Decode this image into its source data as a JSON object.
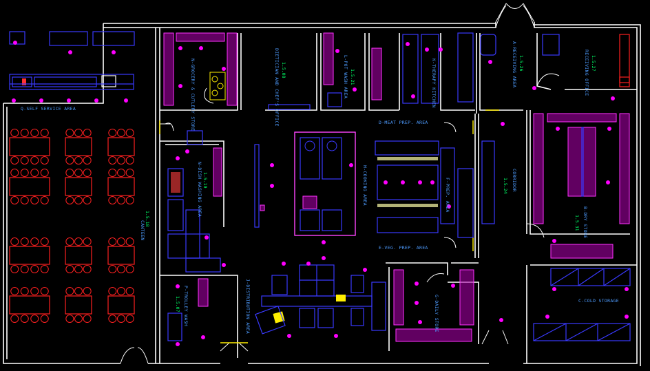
{
  "rooms": {
    "self_service": {
      "name": "Q-SELF SERVICE AREA"
    },
    "canteen": {
      "name": "CANTEEN",
      "number": "1.5.18"
    },
    "grocery_store": {
      "name": "N-GROCERY & CUTLERY STORE"
    },
    "dietician_office": {
      "name": "DIETICIAN AND CHEF'S OFFICE",
      "number": "1.5.08"
    },
    "pot_wash": {
      "name": "L-POT WASH AREA",
      "number": "1.5.21"
    },
    "therapy_kitchen": {
      "name": "K-THERAPY KITCHEN"
    },
    "receiving_area": {
      "name": "A-RECEIVING AREA",
      "number": "1.5.26"
    },
    "receiving_office": {
      "name": "RECEIVING OFFICE",
      "number": "1.5.27"
    },
    "meat_prep": {
      "name": "D-MEAT PREP. AREA"
    },
    "dish_washing": {
      "name": "N-DISH WASHING AREA",
      "number": "1.5.19"
    },
    "cooking_area": {
      "name": "H-COOKING AREA"
    },
    "f_prep": {
      "name": "F-PREP. AREA"
    },
    "corridor": {
      "name": "CORRIDOR",
      "number": "1.5.24"
    },
    "dry_store": {
      "name": "B-DRY STORE",
      "number": "1.5.31"
    },
    "veg_prep": {
      "name": "E-VEG. PREP. AREA"
    },
    "trolley_wash": {
      "name": "P-TROLLEY WASH",
      "number": "1.5.07"
    },
    "distribution": {
      "name": "J-DISTRIBUTION AREA"
    },
    "daily_store": {
      "name": "G-DAILY STORE"
    },
    "cold_storage": {
      "name": "C-COLD STORAGE"
    }
  },
  "colors": {
    "background": "#000000",
    "walls": "#ffffff",
    "equipment": "#3a3aff",
    "equipment_fill": "#b000b0",
    "tags": "#ff00ff",
    "labels": "#4e9cff",
    "numbers": "#00ff66",
    "furniture": "#ff2020",
    "highlight": "#ffee00"
  }
}
